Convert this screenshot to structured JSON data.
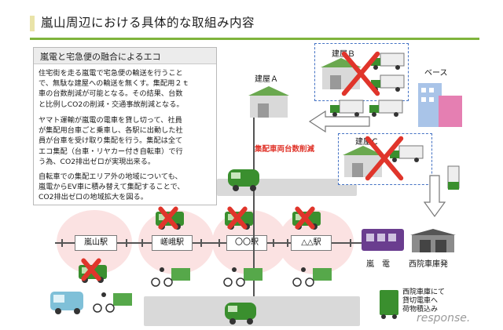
{
  "title": "嵐山周辺における具体的な取組み内容",
  "box": {
    "heading": "嵐電と宅急便の融合によるエコ",
    "paragraphs": [
      [
        "住宅街を走る嵐電で宅急便の輸送を行うこと",
        "で、無駄な建屋への輸送を無くす。集配用２ｔ",
        "車の台数削減が可能となる。その結果、台数",
        "と比例しCO2の削減・交通事故削減となる。"
      ],
      [
        "ヤマト運輸が嵐電の電車を貸し切って、社員",
        "が集配用台車ごと乗車し、各駅に出動した社",
        "員が台車を受け取り集配を行う。集配は全て",
        "エコ集配（台車・リヤカー付き自転車）で行",
        "う為、CO2排出ゼロが実現出来る。"
      ],
      [
        "自転車での集配エリア外の地域についても、",
        "嵐電からEV車に積み替えて集配することで、",
        "CO2排出ゼロの地域拡大を図る。"
      ]
    ]
  },
  "diagram": {
    "building_a": "建屋Ａ",
    "building_b": "建屋Ｂ",
    "building_c": "建屋Ｃ",
    "base": "ベース",
    "reduction_label": "集配車両台数削減",
    "stations": [
      "嵐山駅",
      "嵯峨駅",
      "〇〇駅",
      "△△駅"
    ],
    "randen_label": "嵐　電",
    "depot_label": "西院車庫発",
    "depot_note": [
      "西院車庫にて",
      "貸切電車へ",
      "荷物積込み"
    ]
  },
  "watermark": "response."
}
